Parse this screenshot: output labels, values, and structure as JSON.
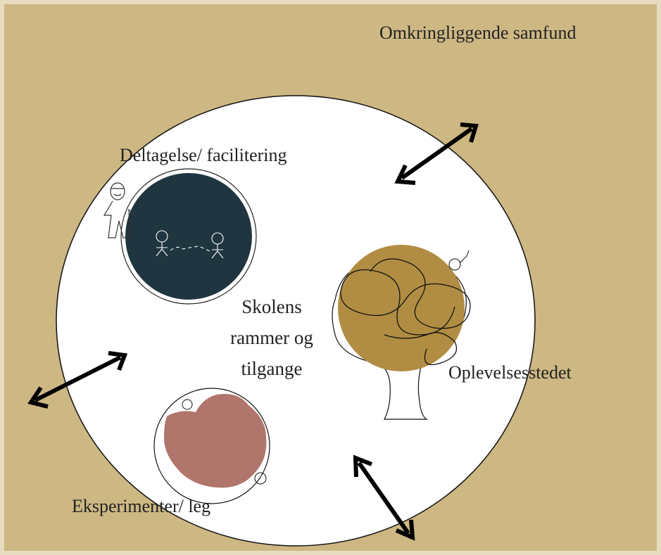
{
  "labels": {
    "outer": "Omkringliggende samfund",
    "participation": "Deltagelse/ facilitering",
    "experience": "Oplevelsesstedet",
    "experiment": "Eksperimenter/ leg",
    "center_lines": [
      "Skolens",
      "rammer og",
      "tilgange"
    ]
  },
  "colors": {
    "background": "#cdb783",
    "school_circle": "#ffffff",
    "participation_fill": "#1f3540",
    "experience_fill": "#b08d42",
    "experiment_fill": "#b0756b",
    "arrow": "#000000"
  },
  "icons": [
    "double-arrow-icon",
    "person-icon",
    "tree-icon",
    "scribble-icon"
  ]
}
